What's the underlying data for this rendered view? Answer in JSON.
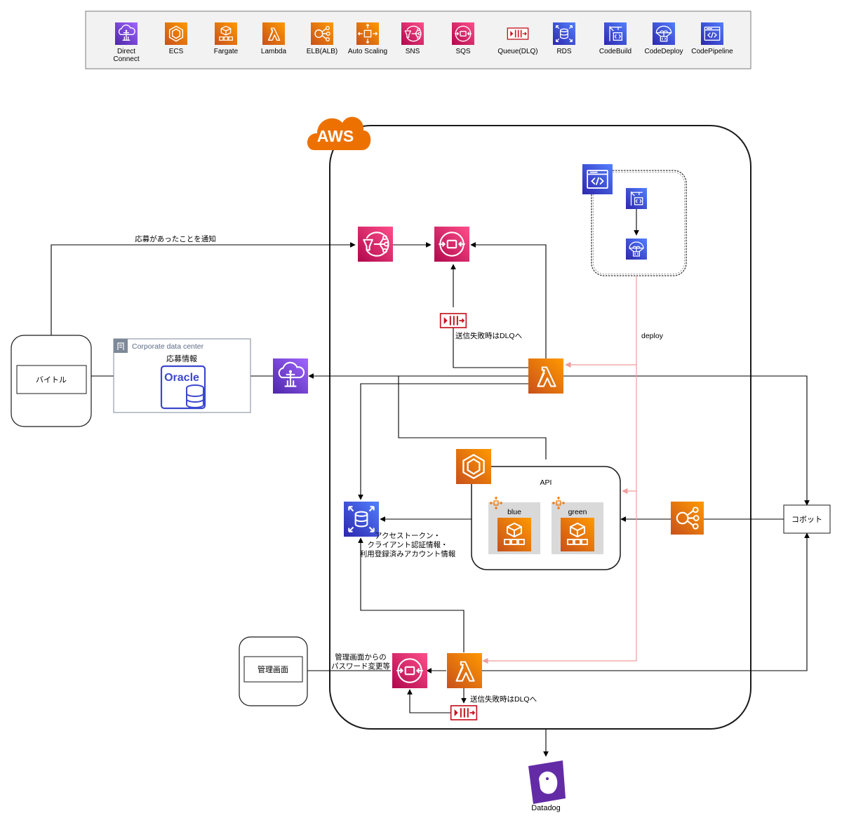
{
  "legend": {
    "items": [
      {
        "label": "Direct",
        "label2": "Connect",
        "icon": "direct-connect-icon",
        "color": "#8C4FFF"
      },
      {
        "label": "ECS",
        "icon": "ecs-icon",
        "color": "#ED7100"
      },
      {
        "label": "Fargate",
        "icon": "fargate-icon",
        "color": "#ED7100"
      },
      {
        "label": "Lambda",
        "icon": "lambda-icon",
        "color": "#ED7100"
      },
      {
        "label": "ELB(ALB)",
        "icon": "elb-icon",
        "color": "#ED7100"
      },
      {
        "label": "Auto Scaling",
        "icon": "auto-scaling-icon",
        "color": "#ED7100"
      },
      {
        "label": "SNS",
        "icon": "sns-icon",
        "color": "#E7157B"
      },
      {
        "label": "SQS",
        "icon": "sqs-icon",
        "color": "#E7157B"
      },
      {
        "label": "Queue(DLQ)",
        "icon": "queue-dlq-icon",
        "color": "#C7131F"
      },
      {
        "label": "RDS",
        "icon": "rds-icon",
        "color": "#3B48CC"
      },
      {
        "label": "CodeBuild",
        "icon": "codebuild-icon",
        "color": "#3B48CC"
      },
      {
        "label": "CodeDeploy",
        "icon": "codedeploy-icon",
        "color": "#3B48CC"
      },
      {
        "label": "CodePipeline",
        "icon": "codepipeline-icon",
        "color": "#3B48CC"
      }
    ]
  },
  "aws": {
    "label": "AWS",
    "color": "#ED7100"
  },
  "external": {
    "baitoru": "バイトル",
    "corporate_dc": "Corporate data center",
    "oracle_label": "応募情報",
    "oracle_logo": "Oracle",
    "kanri": "管理画面",
    "robot": "コボット",
    "datadog": "Datadog"
  },
  "edges": {
    "notify": "応募があったことを通知",
    "dlq_top": "送信失敗時はDLQへ",
    "deploy": "deploy",
    "api": "API",
    "blue": "blue",
    "green": "green",
    "rds_note": [
      "アクセストークン・",
      "クライアント認証情報・",
      "利用登録済みアカウント情報"
    ],
    "admin_note": [
      "管理画面からの",
      "パスワード変更等"
    ],
    "dlq_bottom": "送信失敗時はDLQへ"
  },
  "colors": {
    "orange": "#ED7100",
    "pink": "#E7157B",
    "blue": "#3B48CC",
    "purple": "#8C4FFF",
    "dlq": "#C7131F",
    "deploy_line": "#F19C9C",
    "datadog": "#632CA6"
  }
}
